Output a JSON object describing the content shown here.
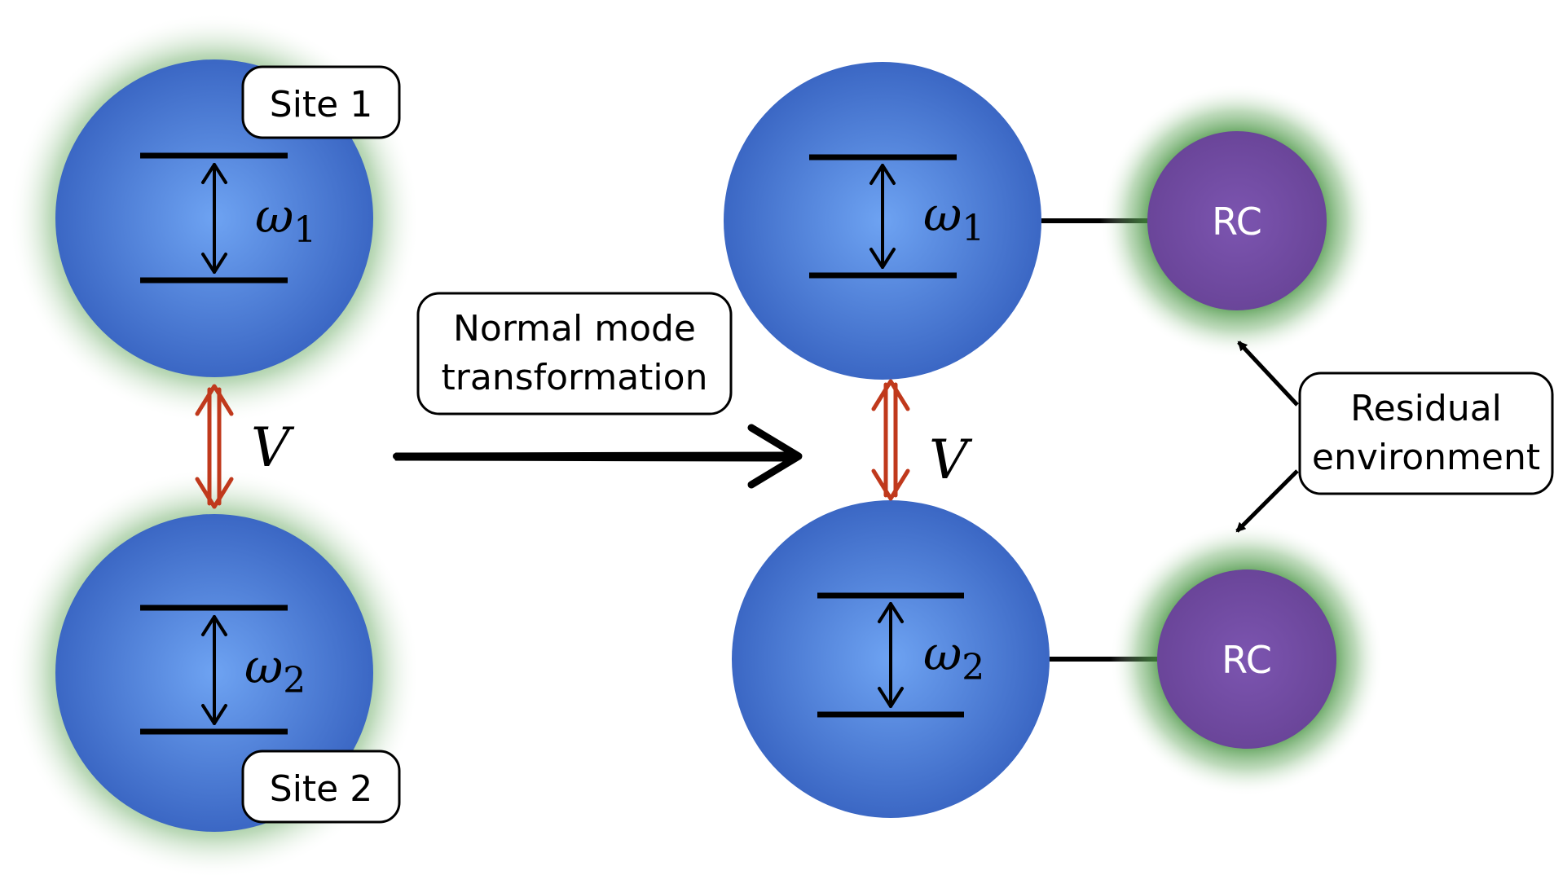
{
  "labels": {
    "site1": "Site 1",
    "site2": "Site 2",
    "transform_line1": "Normal mode",
    "transform_line2": "transformation",
    "residual_line1": "Residual",
    "residual_line2": "environment"
  },
  "symbols": {
    "omega1": "ω",
    "omega1_sub": "1",
    "omega2": "ω",
    "omega2_sub": "2",
    "coupling_left": "V",
    "coupling_right": "V",
    "rc_top": "RC",
    "rc_bottom": "RC"
  },
  "colors": {
    "site_blue": "#3b67c4",
    "site_blue_light": "#6ea3f2",
    "environment_green": "#3f8f3a",
    "rc_purple": "#6e4aa0",
    "coupling_red": "#c0391c"
  }
}
